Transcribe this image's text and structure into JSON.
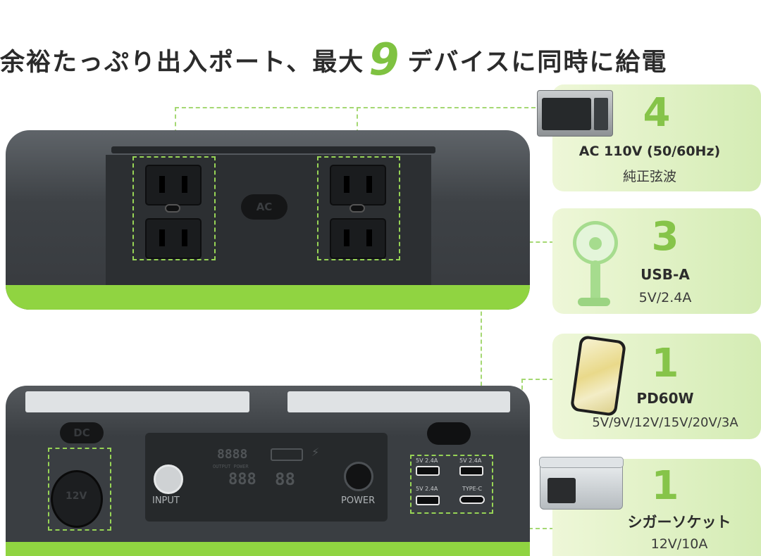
{
  "headline": {
    "prefix": "余裕たっぷり出入ポート、最大",
    "highlight": "9",
    "suffix": "デバイスに同時に給電"
  },
  "device_top": {
    "ac_button_label": "AC"
  },
  "device_bottom": {
    "dc_button_label": "DC",
    "input_label": "INPUT",
    "power_label": "POWER",
    "cigar_label": "12V",
    "output_power_label": "OUTPUT POWER",
    "usb_port_labels": [
      "5V 2.4A",
      "5V 2.4A",
      "5V 2.4A"
    ],
    "typec_label": "TYPE-C",
    "lcd_digits_top": "8888",
    "lcd_digits_mid": "888",
    "lcd_digits_right": "88"
  },
  "cards": [
    {
      "count": "4",
      "line1": "AC  110V (50/60Hz)",
      "line2": "純正弦波",
      "device_icon": "microwave-icon"
    },
    {
      "count": "3",
      "line1": "USB-A",
      "line2": "5V/2.4A",
      "device_icon": "fan-icon"
    },
    {
      "count": "1",
      "line1": "PD60W",
      "line2": "5V/9V/12V/15V/20V/3A",
      "device_icon": "smartphone-icon"
    },
    {
      "count": "1",
      "line1": "シガーソケット",
      "line2": "12V/10A",
      "device_icon": "car-fridge-icon"
    }
  ],
  "colors": {
    "accent_green": "#86c449",
    "device_body": "#3e4246",
    "highlight_dash": "#97d456"
  }
}
